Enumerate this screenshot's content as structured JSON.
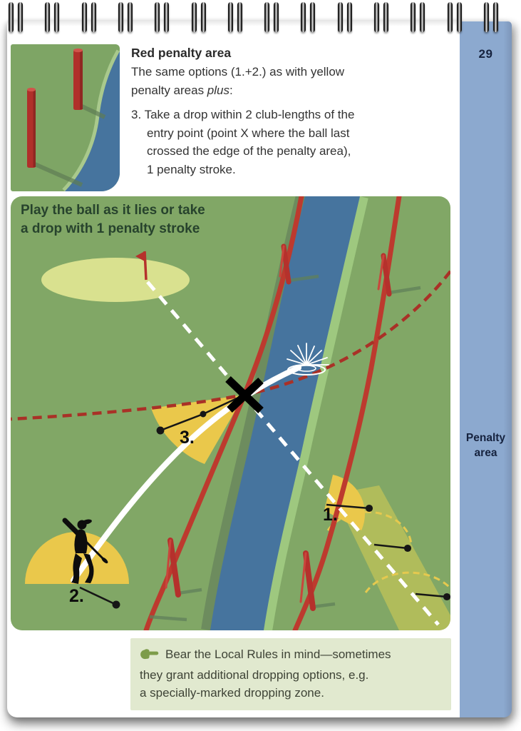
{
  "sidebar": {
    "page_number": "29",
    "label_line1": "Penalty",
    "label_line2": "area"
  },
  "header": {
    "title": "Red penalty area",
    "intro_line1": "The same options (1.+2.) as with yellow",
    "intro_line2_pre": "penalty areas ",
    "intro_line2_italic": "plus",
    "intro_line2_post": ":",
    "item3_line1": "3. Take a drop within 2 club-lengths of the",
    "item3_line2": "entry point (point X where the ball last",
    "item3_line3": "crossed the edge of the penalty area),",
    "item3_line4": "1 penalty stroke."
  },
  "diagram": {
    "caption_line1": "Play the ball as it lies or take",
    "caption_line2": "a drop with 1 penalty stroke",
    "label_option1": "1.",
    "label_option2": "2.",
    "label_option3": "3."
  },
  "note": {
    "icon": "pointing-hand-icon",
    "line1": "Bear the Local Rules in mind—sometimes",
    "line2": "they grant additional dropping options, e.g.",
    "line3": "a specially-marked dropping zone."
  },
  "colors": {
    "grass_green": "#81a766",
    "river_blue": "#46749e",
    "penalty_red": "#bd3a2e",
    "drop_zone_yellow": "#eac84b",
    "tab_blue": "#8ca9cf",
    "note_background": "#e1e9cf"
  }
}
